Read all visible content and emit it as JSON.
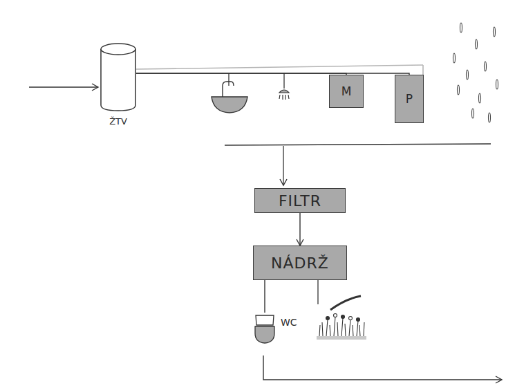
{
  "diagram": {
    "nodes": [
      {
        "text": [
          "ŽTV"
        ]
      },
      {
        "text": [
          "M"
        ]
      },
      {
        "text": [
          "P"
        ]
      },
      {
        "text": [
          "FILTR"
        ]
      },
      {
        "text": [
          "NÁDRŽ"
        ]
      },
      {
        "text": [
          "WC"
        ]
      }
    ],
    "edges": [
      {
        "from": 0,
        "to": 1,
        "arrow": "none"
      },
      {
        "from": 0,
        "to": 2,
        "arrow": "none"
      },
      {
        "from": 3,
        "to": 4,
        "arrow": "to"
      },
      {
        "from": 4,
        "to": 5,
        "arrow": "none"
      }
    ]
  }
}
